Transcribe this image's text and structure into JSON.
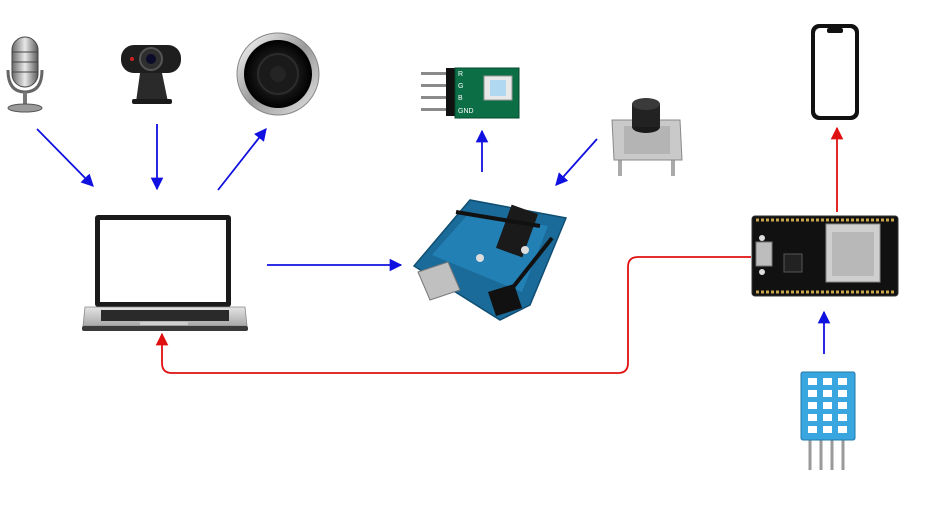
{
  "diagram": {
    "nodes": [
      {
        "id": "microphone",
        "icon": "microphone-icon"
      },
      {
        "id": "webcam",
        "icon": "webcam-icon"
      },
      {
        "id": "speaker",
        "icon": "speaker-icon"
      },
      {
        "id": "laptop",
        "icon": "laptop-icon"
      },
      {
        "id": "rgb-led-module",
        "icon": "rgb-led-module-icon"
      },
      {
        "id": "push-button",
        "icon": "push-button-icon"
      },
      {
        "id": "arduino-uno",
        "icon": "arduino-uno-icon"
      },
      {
        "id": "smartphone",
        "icon": "smartphone-icon"
      },
      {
        "id": "esp32-board",
        "icon": "esp32-board-icon"
      },
      {
        "id": "dht11-sensor",
        "icon": "dht11-sensor-icon"
      }
    ],
    "led_module_pins": [
      "R",
      "G",
      "B",
      "GND"
    ],
    "connections": [
      {
        "from": "microphone",
        "to": "laptop",
        "color": "#1010e0"
      },
      {
        "from": "webcam",
        "to": "laptop",
        "color": "#1010e0"
      },
      {
        "from": "laptop",
        "to": "speaker",
        "color": "#1010e0"
      },
      {
        "from": "laptop",
        "to": "arduino-uno",
        "color": "#1010e0"
      },
      {
        "from": "arduino-uno",
        "to": "rgb-led-module",
        "color": "#1010e0"
      },
      {
        "from": "push-button",
        "to": "arduino-uno",
        "color": "#1010e0"
      },
      {
        "from": "dht11-sensor",
        "to": "esp32-board",
        "color": "#1010e0"
      },
      {
        "from": "esp32-board",
        "to": "smartphone",
        "color": "#e01010"
      },
      {
        "from": "esp32-board",
        "to": "laptop",
        "color": "#e01010"
      }
    ]
  }
}
